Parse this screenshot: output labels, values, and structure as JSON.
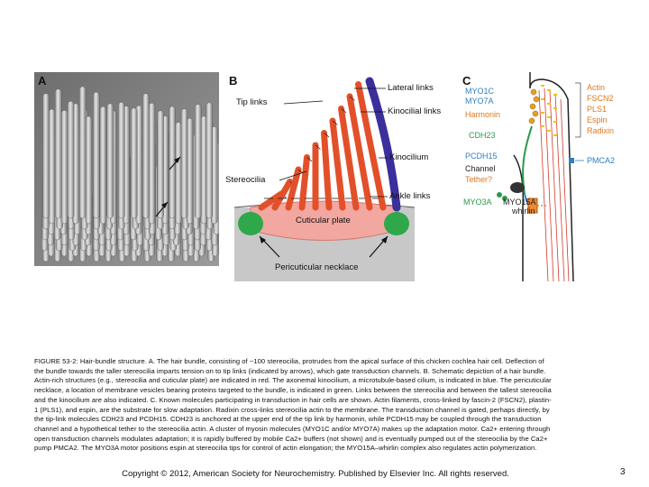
{
  "panels": {
    "a": {
      "label": "A"
    },
    "b": {
      "label": "B",
      "lateral_links": "Lateral links",
      "tip_links": "Tip links",
      "kinocilial_links": "Kinocilial links",
      "kinocilium": "Kinocilium",
      "stereocilia": "Stereocilia",
      "ankle_links": "Ankle links",
      "cuticular_plate": "Cuticular plate",
      "pericuticular_necklace": "Pericuticular necklace"
    },
    "c": {
      "label": "C",
      "myo1c": "MYO1C",
      "myo7a": "MYO7A",
      "harmonin": "Harmonin",
      "cdh23": "CDH23",
      "pcdh15": "PCDH15",
      "channel": "Channel",
      "tether": "Tether?",
      "myo3a": "MYO3A",
      "myo15a": "MYO15A",
      "whirlin": "whirlin",
      "actin": "Actin",
      "fscn2": "FSCN2",
      "pls1": "PLS1",
      "espin": "Espin",
      "radixin": "Radixin",
      "pmca2": "PMCA2"
    }
  },
  "caption": {
    "l1": "FIGURE 53-2: Hair-bundle structure. A. The hair bundle, consisting of ~100 stereocilia, protrudes from the apical surface of this chicken cochlea hair cell. Deflection of",
    "l2": "the bundle towards the taller stereocilia imparts tension on to tip links (indicated by arrows), which gate transduction channels. B. Schematic depiction of a hair bundle.",
    "l3": "Actin-rich structures (e.g., stereocilia and cuticular plate) are indicated in red. The axonemal kinocilium, a microtubule-based cilium, is indicated in blue. The pericuticular",
    "l4": "necklace, a location of membrane vesicles bearing proteins targeted to the bundle, is indicated in green. Links between the stereocilia and between the tallest stereocilia",
    "l5": "and the kinocilium are also indicated. C. Known molecules participating in transduction in hair cells are shown. Actin filaments, cross-linked by fascin-2 (FSCN2), plastin-",
    "l6": "1 (PLS1), and espin, are the substrate for slow adaptation. Radixin cross-links stereocilia actin to the membrane. The transduction channel is gated, perhaps directly, by",
    "l7": "the tip-link molecules CDH23 and PCDH15. CDH23 is anchored at the upper end of the tip link by harmonin, while PCDH15 may be coupled through the transduction",
    "l8": "channel and a hypothetical tether to the stereocilia actin. A cluster of myosin molecules (MYO1C and/or MYO7A) makes up the adaptation motor. Ca2+ entering through",
    "l9": "open transduction channels modulates adaptation; it is rapidly buffered by mobile Ca2+ buffers (not shown) and is eventually pumped out of the stereocilia by the Ca2+",
    "l10": "pump PMCA2. The MYO3A motor positions espin at stereocilia tips for control of actin elongation; the MYO15A–whirlin complex also regulates actin polymerization."
  },
  "copyright": "Copyright © 2012, American Society for Neurochemistry. Published by Elsevier Inc. All rights reserved.",
  "page_number": "3",
  "colors": {
    "stereocilia": "#e2502a",
    "kinocilium": "#3a2f9c",
    "necklace": "#2ea84a",
    "cuticular_plate": "#f2a7a0",
    "blue_label": "#2f7fc2",
    "green_label": "#2a9a4a",
    "orange_label": "#e07820"
  }
}
